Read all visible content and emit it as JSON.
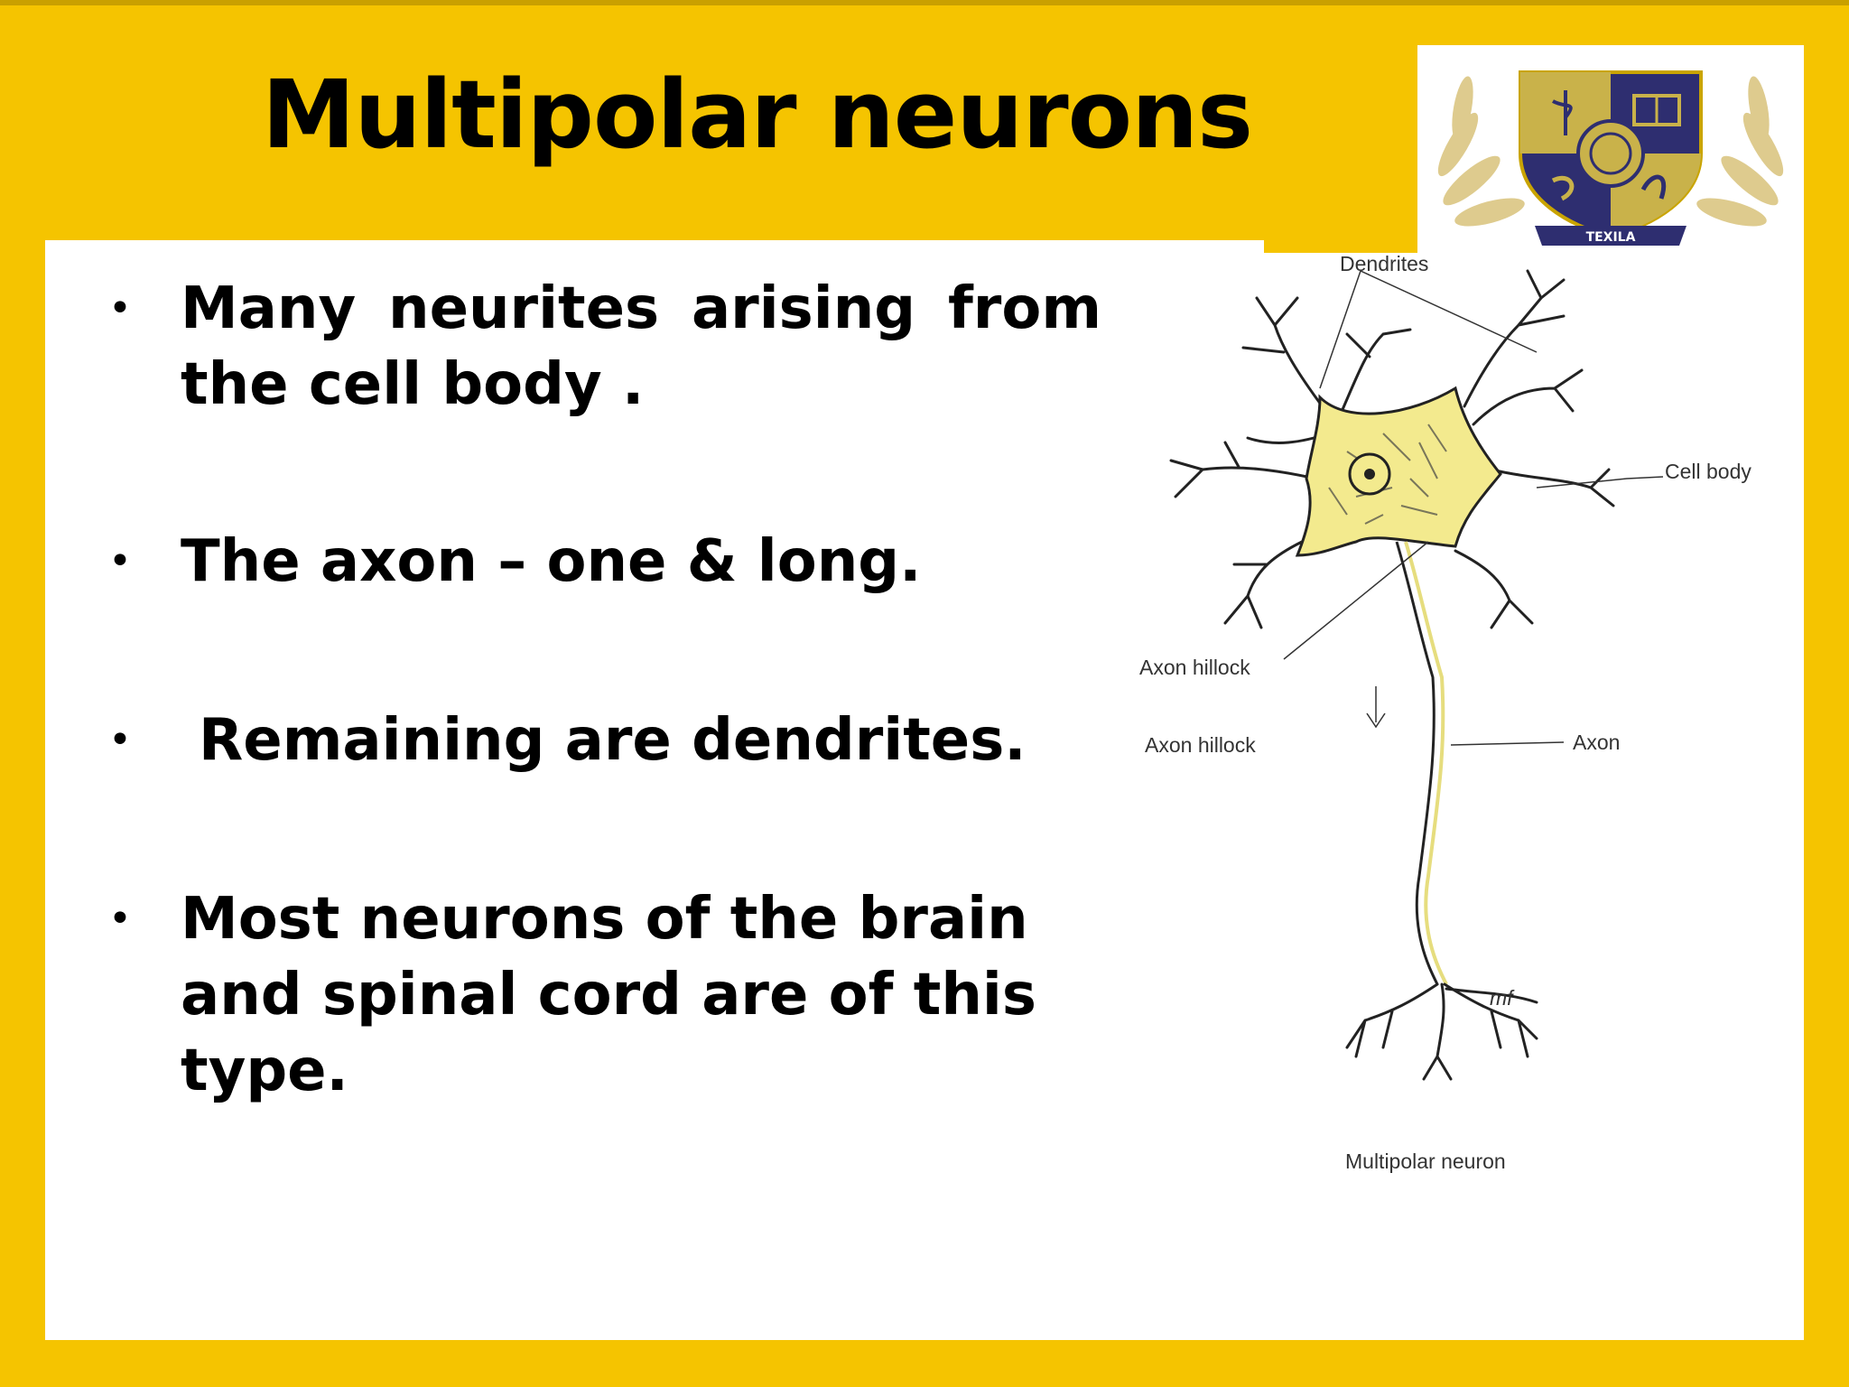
{
  "slide": {
    "title": "Multipolar neurons",
    "colors": {
      "accent": "#f5c400",
      "background": "#ffffff",
      "text": "#000000"
    }
  },
  "logo": {
    "text": "TEXILA",
    "icon": "crest-logo-icon"
  },
  "bullets": [
    "Many neurites arising from the cell body .",
    "The axon – one & long.",
    "Remaining  are dendrites.",
    "Most neurons of the brain and spinal cord are of this type."
  ],
  "diagram": {
    "labels": {
      "dendrites": "Dendrites",
      "cell_body": "Cell body",
      "axon_hillock_1": "Axon hillock",
      "axon_hillock_2": "Axon hillock",
      "axon": "Axon",
      "caption": "Multipolar neuron",
      "signature": "mf"
    }
  }
}
